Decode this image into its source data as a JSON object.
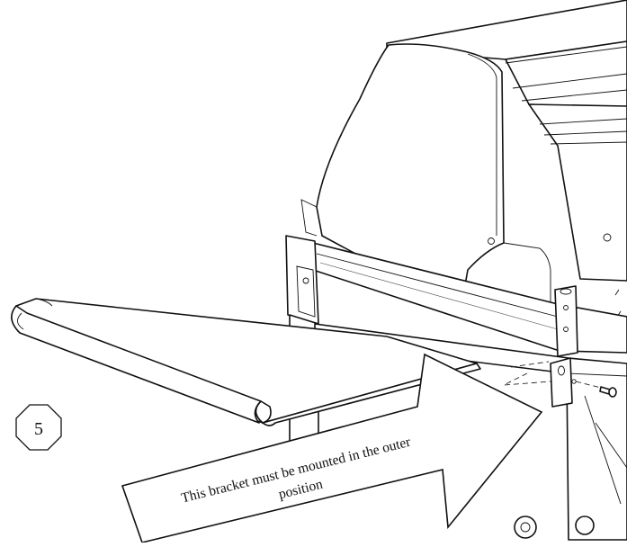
{
  "step": {
    "number": "5"
  },
  "callout": {
    "line1": "This bracket must be mounted in the outer",
    "line2": "position"
  }
}
